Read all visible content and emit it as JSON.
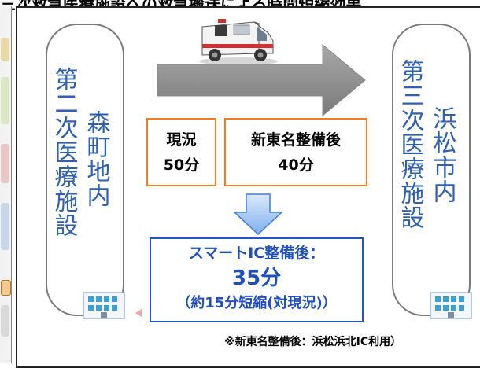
{
  "header": {
    "title": "三次救急医療施設への救急搬送による時間短縮効果"
  },
  "left_facility": {
    "col_outer": "第二次医療施設",
    "col_inner": "森町地内"
  },
  "right_facility": {
    "col_outer": "第三次医療施設",
    "col_inner": "浜松市内"
  },
  "current": {
    "label": "現況",
    "time": "50分"
  },
  "after_shintomei": {
    "label": "新東名整備後",
    "time": "40分"
  },
  "after_smart_ic": {
    "label": "スマートIC整備後：",
    "time": "35分",
    "reduction": "（約15分短縮(対現況)）"
  },
  "footnote": "※新東名整備後：浜松浜北IC利用）",
  "icons": {
    "vehicle": "ambulance-icon",
    "arrow_main": "arrow-right-icon",
    "arrow_down": "arrow-down-icon",
    "building": "hospital-icon"
  },
  "colors": {
    "facility_text": "#2e5fb0",
    "orange_border": "#f07d22",
    "blue_text": "#1f4fbf",
    "arrow_gray": "#8c8c8c",
    "arrow_blue": "#7fb0f0"
  }
}
